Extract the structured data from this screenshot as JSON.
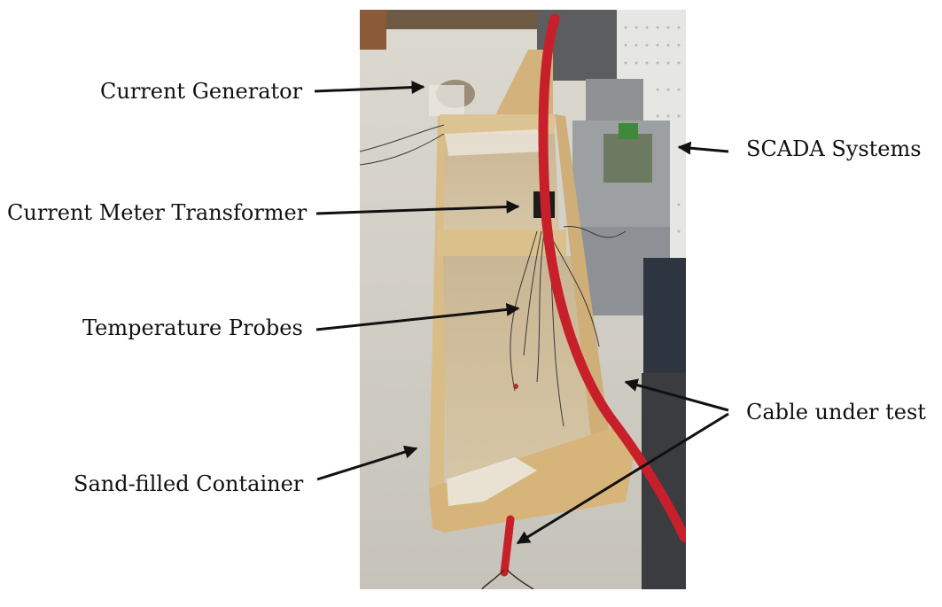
{
  "labels": {
    "current_generator": "Current Generator",
    "current_meter_transformer": "Current Meter Transformer",
    "temperature_probes": "Temperature Probes",
    "sand_filled_container": "Sand-filled Container",
    "scada_systems": "SCADA Systems",
    "cable_under_test": "Cable under test"
  },
  "colors": {
    "cable": "#c8202a",
    "sand": "#cdbb97",
    "plywood": "#d8bc8a",
    "floor": "#cfcdc5",
    "arrow": "#111111"
  }
}
